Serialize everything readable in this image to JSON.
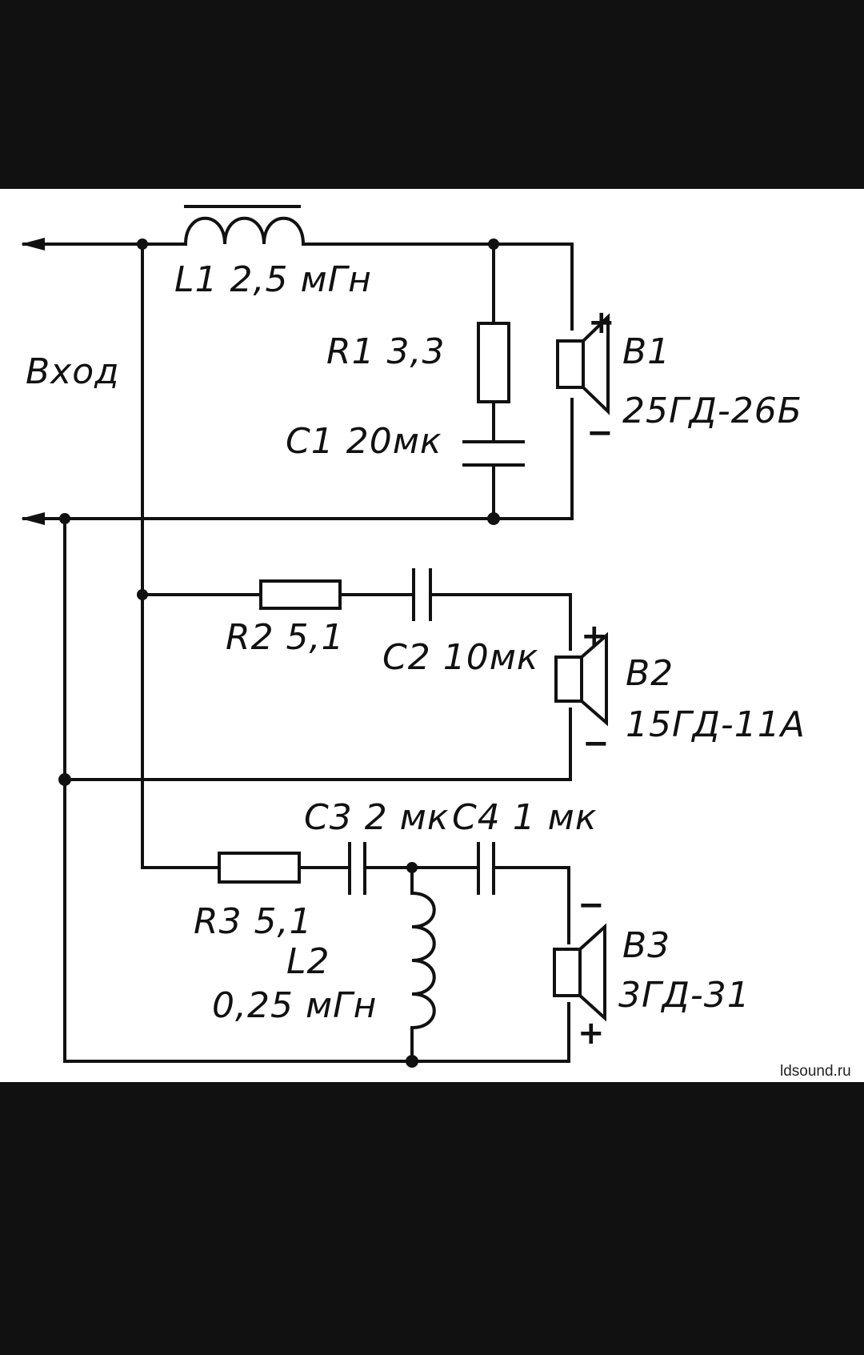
{
  "diagram": {
    "input_label": "Вход",
    "plus_sign": "+",
    "minus_sign": "−",
    "components": {
      "L1": "L1 2,5 мГн",
      "R1": "R1 3,3",
      "C1": "C1 20мк",
      "R2": "R2 5,1",
      "C2": "C2 10мк",
      "C3": "C3 2 мк",
      "C4": "C4 1 мк",
      "R3": "R3 5,1",
      "L2_name": "L2",
      "L2_value": "0,25 мГн"
    },
    "speakers": [
      {
        "id": "B1",
        "model": "25ГД-26Б"
      },
      {
        "id": "B2",
        "model": "15ГД-11А"
      },
      {
        "id": "B3",
        "model": "3ГД-31"
      }
    ]
  },
  "watermark": "ldsound.ru"
}
